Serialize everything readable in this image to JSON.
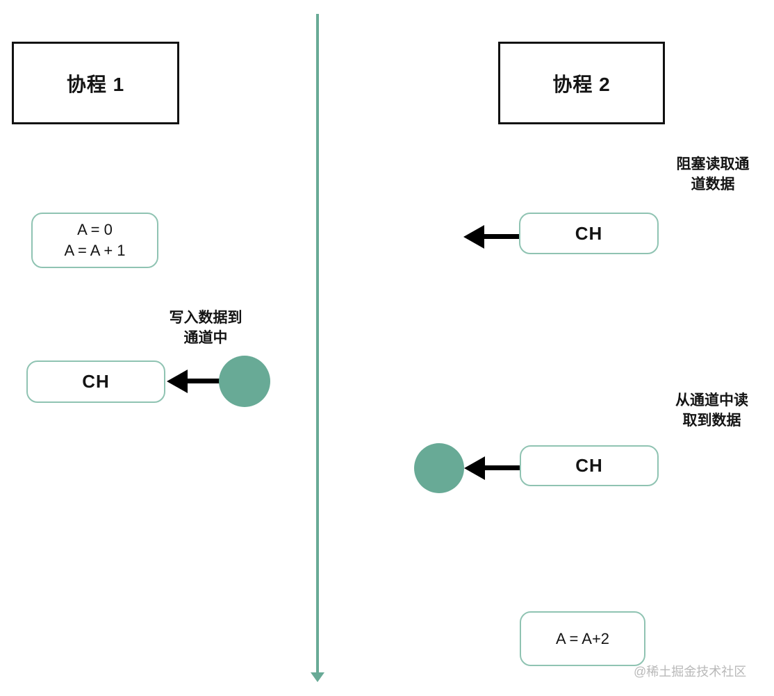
{
  "colors": {
    "teal": "#68aa96",
    "teal-border": "#8fc3b2",
    "ink": "#141414",
    "watermark": "#b9b9b9"
  },
  "timeline": {
    "description": "time-axis-arrow"
  },
  "goroutine1": {
    "title": "协程 1",
    "code_box": {
      "line1": "A = 0",
      "line2": "A = A + 1"
    },
    "write_note": {
      "line1": "写入数据到",
      "line2": "通道中"
    },
    "channel_box": {
      "label": "CH"
    }
  },
  "goroutine2": {
    "title": "协程 2",
    "block_read_note": {
      "line1": "阻塞读取通",
      "line2": "道数据"
    },
    "channel_box_top": {
      "label": "CH"
    },
    "read_note": {
      "line1": "从通道中读",
      "line2": "取到数据"
    },
    "channel_box_bottom": {
      "label": "CH"
    },
    "code_box": {
      "line1": "A = A+2"
    }
  },
  "watermark": "@稀土掘金技术社区"
}
